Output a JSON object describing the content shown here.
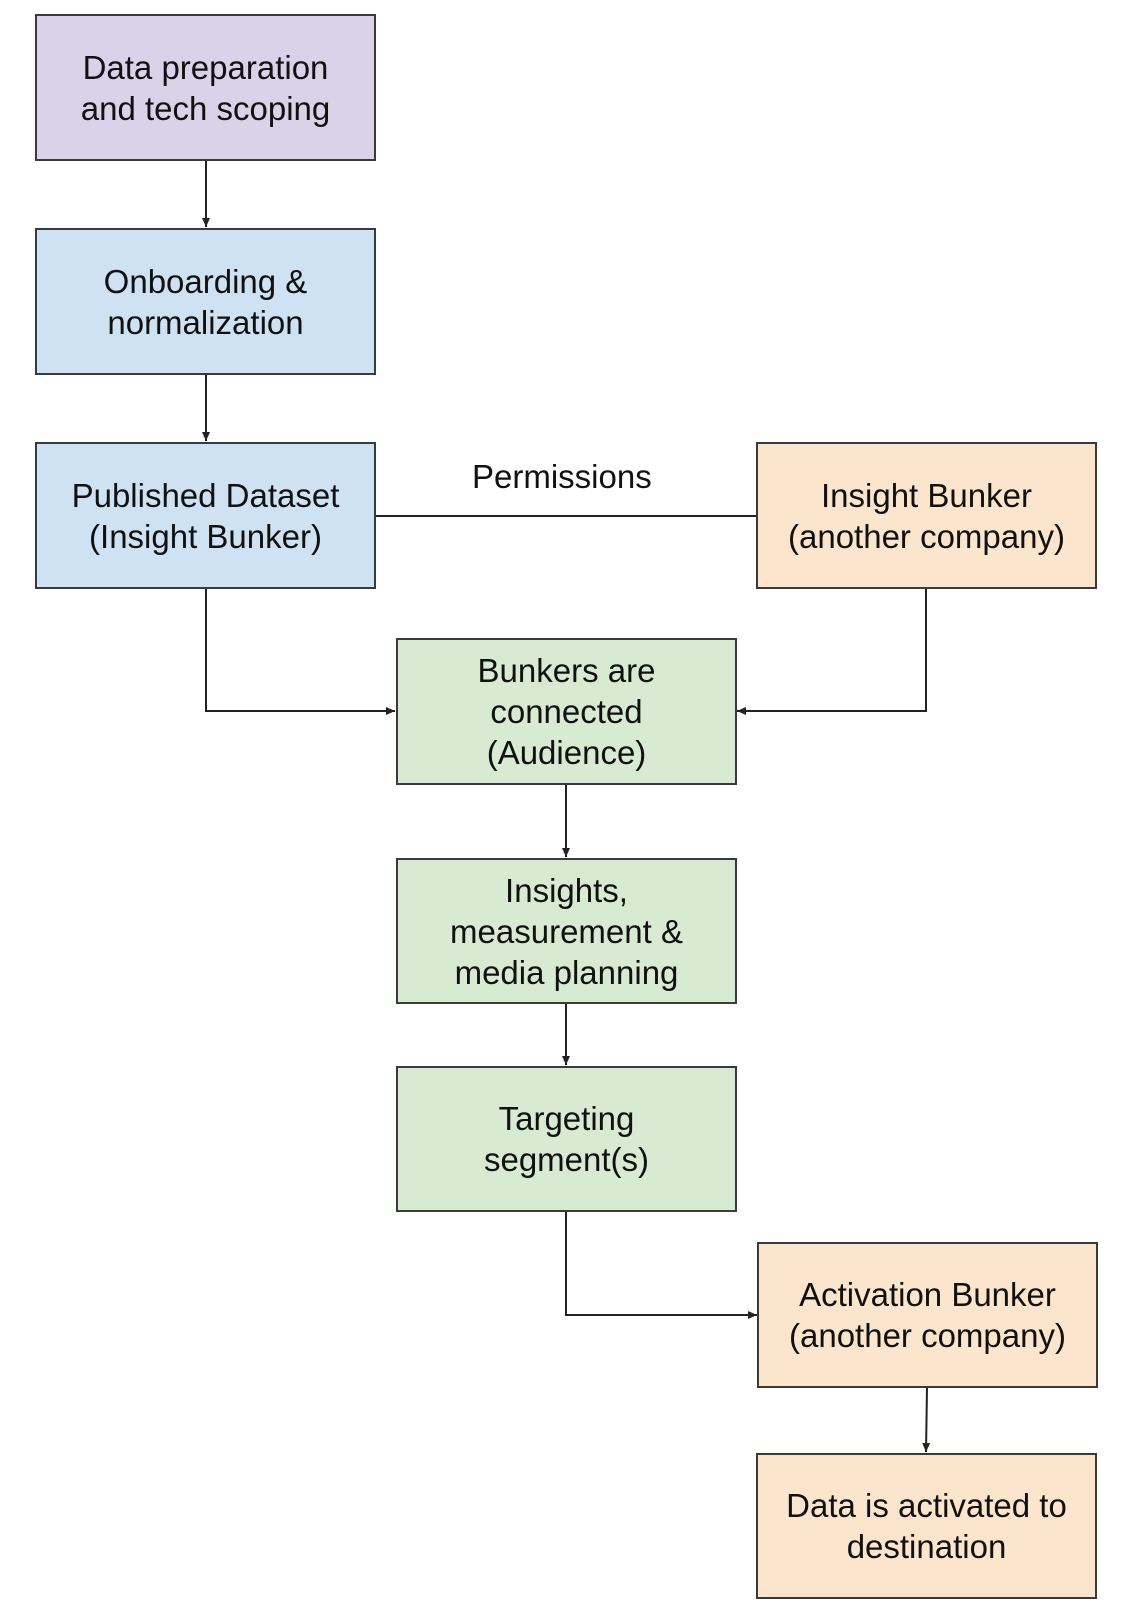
{
  "nodes": {
    "data_prep": {
      "label": "Data preparation\nand tech scoping",
      "color": "#d9d2e9"
    },
    "onboarding": {
      "label": "Onboarding &\nnormalization",
      "color": "#cfe2f3"
    },
    "published_dataset": {
      "label": "Published Dataset\n(Insight Bunker)",
      "color": "#cfe2f3"
    },
    "insight_bunker_other": {
      "label": "Insight Bunker\n(another company)",
      "color": "#fce5cd"
    },
    "bunkers_connected": {
      "label": "Bunkers are\nconnected\n(Audience)",
      "color": "#d9ead3"
    },
    "insights": {
      "label": "Insights,\nmeasurement &\nmedia planning",
      "color": "#d9ead3"
    },
    "targeting": {
      "label": "Targeting\nsegment(s)",
      "color": "#d9ead3"
    },
    "activation_bunker": {
      "label": "Activation Bunker\n(another company)",
      "color": "#fce5cd"
    },
    "data_activated": {
      "label": "Data is activated to\ndestination",
      "color": "#fce5cd"
    }
  },
  "edges": {
    "permissions_label": "Permissions"
  },
  "colors": {
    "border": "#3a3a3a",
    "line": "#222222"
  }
}
